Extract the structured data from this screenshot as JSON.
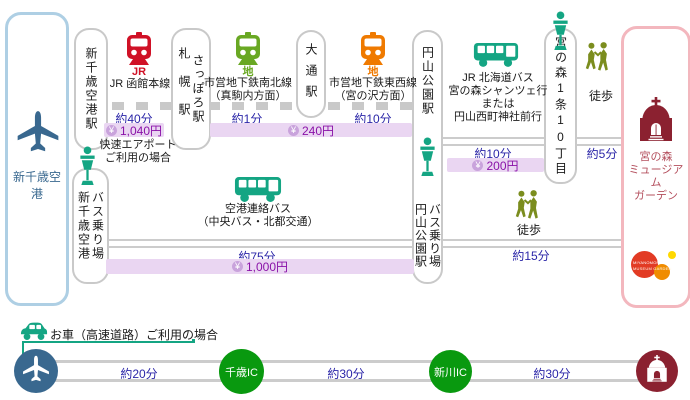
{
  "airport": {
    "label": "新千歳空港"
  },
  "stations": {
    "shin_chitose_sta": "新千歳空港駅",
    "sapporo_jr": "札幌駅",
    "sapporo_subway": "さっぽろ駅",
    "odori": "大通駅",
    "maruyama": "円山公園駅",
    "maruyama_busstop_col1": "円山公園駅",
    "maruyama_busstop_col2": "バス乗り場",
    "chitose_busstop_col1": "新千歳空港",
    "chitose_busstop_col2": "バス乗り場",
    "miyanomori_chome": "宮の森1条10丁目"
  },
  "rail": {
    "jr_badge": "JR",
    "jr_line": "JR 函館本線",
    "jr_time": "約40分",
    "jr_fare": "1,040円",
    "jr_note_line1": "快速エアポート",
    "jr_note_line2": "ご利用の場合",
    "subway_badge": "地",
    "namboku_line": "市営地下鉄南北線",
    "namboku_dir": "（真駒内方面）",
    "namboku_time": "約1分",
    "tozai_line": "市営地下鉄東西線",
    "tozai_dir": "（宮の沢方面）",
    "tozai_time": "約10分",
    "subway_fare": "240円"
  },
  "bus": {
    "jr_bus_line1": "JR 北海道バス",
    "jr_bus_line2": "宮の森シャンツェ行",
    "jr_bus_line3": "または",
    "jr_bus_line4": "円山西町神社前行",
    "jr_bus_time": "約10分",
    "jr_bus_fare": "200円",
    "airport_bus_line1": "空港連絡バス",
    "airport_bus_line2": "（中央バス・北都交通）",
    "airport_bus_time": "約75分",
    "airport_bus_fare": "1,000円"
  },
  "walk": {
    "label": "徒歩",
    "top_time": "約5分",
    "bottom_time": "約15分"
  },
  "destination": {
    "name_line1": "宮の森",
    "name_line2": "ミュージアム",
    "name_line3": "ガーデン",
    "logo_line1": "MIYANOMORI",
    "logo_line2": "MUSEUM GARDEN"
  },
  "car": {
    "title": "お車（高速道路）ご利用の場合",
    "time1": "約20分",
    "ic1": "千歳IC",
    "time2": "約30分",
    "ic2": "新川IC",
    "time3": "約30分"
  },
  "fare_symbol": "¥",
  "colors": {
    "jr_red": "#d01126",
    "subway_green": "#69a823",
    "subway_orange": "#ef7a00",
    "bus_teal": "#14a583",
    "walk_olive": "#7b8d1e",
    "church_maroon": "#8b2130",
    "time_navy": "#2b26a8",
    "fare_purple": "#8a12a8",
    "fare_bar_bg": "#ead6f2",
    "ic_green": "#09990f",
    "airport_blue": "#39688f",
    "airport_border": "#aecfe4",
    "destination_border": "#f3b7be",
    "destination_text": "#b4505e",
    "box_border": "#c9c9c9"
  }
}
